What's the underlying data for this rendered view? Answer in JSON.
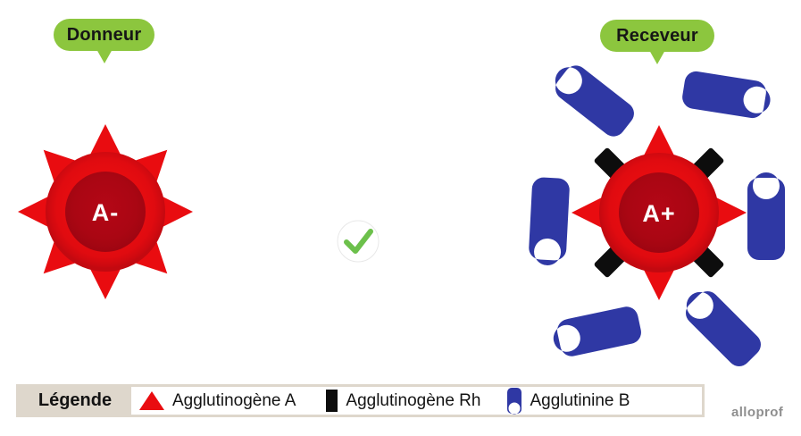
{
  "donor": {
    "bubble_label": "Donneur",
    "cell_label": "A-"
  },
  "recipient": {
    "bubble_label": "Receveur",
    "cell_label": "A+"
  },
  "compatibility_icon": "green-checkmark",
  "legend": {
    "title": "Légende",
    "items": [
      {
        "icon": "agglutinogene-a-icon",
        "label": "Agglutinogène A"
      },
      {
        "icon": "agglutinogene-rh-icon",
        "label": "Agglutinogène Rh"
      },
      {
        "icon": "agglutinine-b-icon",
        "label": "Agglutinine B"
      }
    ]
  },
  "watermark": "alloprof",
  "colors": {
    "green": "#8cc63e",
    "red": "#e90c10",
    "blue": "#2f38a4",
    "tan": "#ded7cc",
    "check": "#6cc04b",
    "rh_black": "#0d0d0d",
    "text_dark": "#161616",
    "watermark_gray": "#8f8f8f"
  }
}
